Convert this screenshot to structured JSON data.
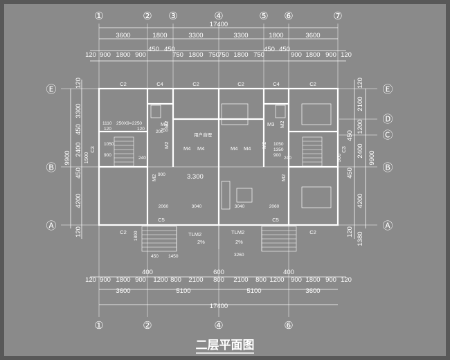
{
  "title": "二层平面图",
  "grid": {
    "top_axes": [
      "①",
      "②",
      "③",
      "④",
      "⑤",
      "⑥",
      "⑦"
    ],
    "bottom_axes": [
      "①",
      "②",
      "④",
      "⑥"
    ],
    "left_axes": [
      "Ⓔ",
      "Ⓑ",
      "Ⓐ"
    ],
    "right_axes": [
      "Ⓔ",
      "Ⓓ",
      "Ⓒ",
      "Ⓑ",
      "Ⓐ"
    ]
  },
  "dims": {
    "top_total": "17400",
    "top_row1": [
      "3600",
      "1800",
      "3300",
      "3300",
      "1800",
      "3600"
    ],
    "top_row2": [
      "120",
      "900",
      "1800",
      "900",
      "450",
      "450",
      "750",
      "1800",
      "750",
      "750",
      "1800",
      "750",
      "450",
      "450",
      "900",
      "1800",
      "900",
      "120"
    ],
    "bottom_row1": [
      "120",
      "900",
      "1800",
      "900",
      "1200",
      "800",
      "2100",
      "800",
      "2100",
      "800",
      "1200",
      "900",
      "1800",
      "900",
      "120"
    ],
    "bottom_row0": [
      "400",
      "600",
      "400"
    ],
    "bottom_row2": [
      "3600",
      "5100",
      "5100",
      "3600"
    ],
    "bottom_total": "17400",
    "left_outer": "9900",
    "left_inner": [
      "120",
      "3300",
      "450",
      "2400",
      "450",
      "4200",
      "120"
    ],
    "left_c3": [
      "1500",
      "C3"
    ],
    "right_outer": "9900",
    "right_inner": [
      "120",
      "2100",
      "1200",
      "450",
      "2400",
      "450",
      "4200",
      "1380",
      "120"
    ],
    "right_c3": [
      "500",
      "C3"
    ]
  },
  "labels": {
    "windows": [
      "C2",
      "C4",
      "C2",
      "C2",
      "C4",
      "C2",
      "C2",
      "C5",
      "C5",
      "C2"
    ],
    "doors": [
      "M3",
      "M2",
      "M2",
      "M4",
      "M4",
      "M4",
      "M4",
      "M2",
      "M3",
      "M2",
      "M2",
      "M2"
    ],
    "stair_left": [
      "1110",
      "250X9=2250",
      "120",
      "120",
      "200",
      "750"
    ],
    "balcony_note": "用户自理",
    "floor_level": "3.300",
    "hall_dims": [
      "2060",
      "3040",
      "3040",
      "2060"
    ],
    "terrace": [
      "TLM2",
      "TLM2",
      "2%",
      "2%"
    ],
    "terrace_dims": [
      "1800",
      "450",
      "1450",
      "3260"
    ],
    "misc": [
      "900",
      "240",
      "900",
      "1050",
      "1050",
      "900",
      "240",
      "1350"
    ]
  }
}
